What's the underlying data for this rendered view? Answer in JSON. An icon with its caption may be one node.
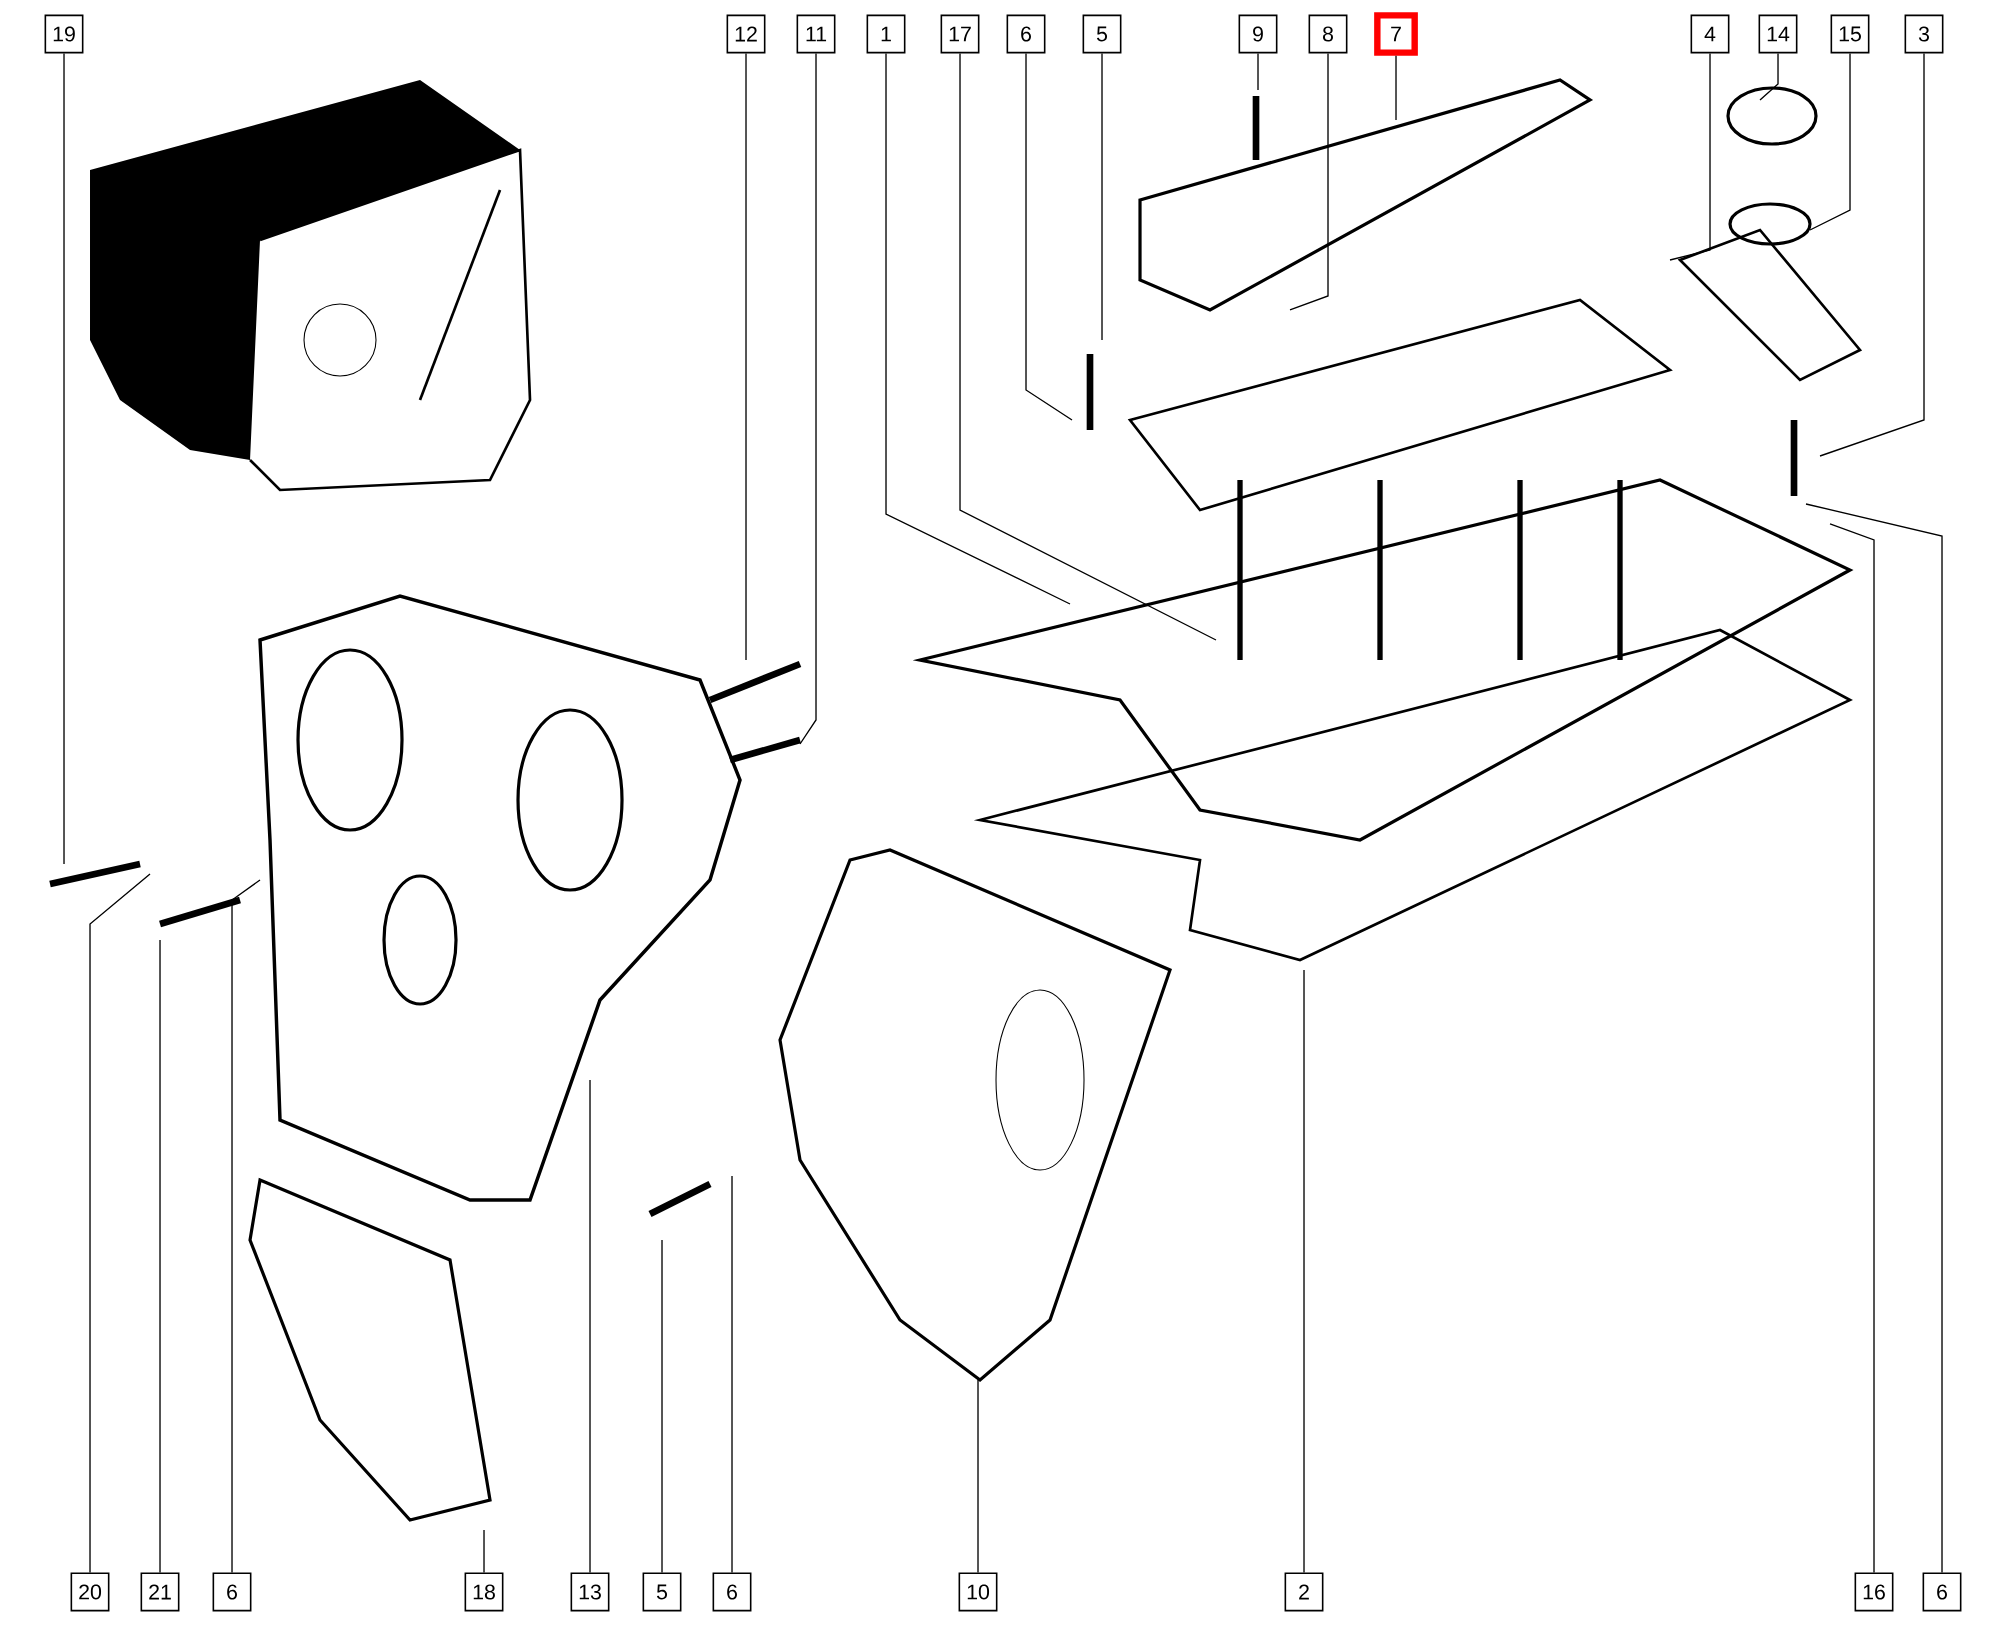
{
  "diagram": {
    "nodes": [
      {
        "text": [
          "19"
        ]
      },
      {
        "text": [
          "12"
        ]
      },
      {
        "text": [
          "11"
        ]
      },
      {
        "text": [
          "1"
        ]
      },
      {
        "text": [
          "17"
        ]
      },
      {
        "text": [
          "6"
        ]
      },
      {
        "text": [
          "5"
        ]
      },
      {
        "text": [
          "9"
        ]
      },
      {
        "text": [
          "8"
        ]
      },
      {
        "text": [
          "7"
        ]
      },
      {
        "text": [
          "4"
        ]
      },
      {
        "text": [
          "14"
        ]
      },
      {
        "text": [
          "15"
        ]
      },
      {
        "text": [
          "3"
        ]
      },
      {
        "text": [
          "20"
        ]
      },
      {
        "text": [
          "21"
        ]
      },
      {
        "text": [
          "6"
        ]
      },
      {
        "text": [
          "18"
        ]
      },
      {
        "text": [
          "13"
        ]
      },
      {
        "text": [
          "5"
        ]
      },
      {
        "text": [
          "6"
        ]
      },
      {
        "text": [
          "10"
        ]
      },
      {
        "text": [
          "2"
        ]
      },
      {
        "text": [
          "16"
        ]
      },
      {
        "text": [
          "6"
        ]
      }
    ],
    "edges": [
      {
        "from": 0,
        "to": null,
        "arrow": "none"
      },
      {
        "from": 1,
        "to": null,
        "arrow": "none"
      },
      {
        "from": 2,
        "to": null,
        "arrow": "none"
      },
      {
        "from": 3,
        "to": null,
        "arrow": "none"
      },
      {
        "from": 4,
        "to": null,
        "arrow": "none"
      },
      {
        "from": 5,
        "to": null,
        "arrow": "none"
      },
      {
        "from": 6,
        "to": null,
        "arrow": "none"
      },
      {
        "from": 7,
        "to": null,
        "arrow": "none"
      },
      {
        "from": 8,
        "to": null,
        "arrow": "none"
      },
      {
        "from": 9,
        "to": null,
        "arrow": "none"
      },
      {
        "from": 10,
        "to": null,
        "arrow": "none"
      },
      {
        "from": 11,
        "to": null,
        "arrow": "none"
      },
      {
        "from": 12,
        "to": null,
        "arrow": "none"
      },
      {
        "from": 13,
        "to": null,
        "arrow": "none"
      },
      {
        "from": 14,
        "to": null,
        "arrow": "none"
      },
      {
        "from": 15,
        "to": null,
        "arrow": "none"
      },
      {
        "from": 16,
        "to": null,
        "arrow": "none"
      },
      {
        "from": 17,
        "to": null,
        "arrow": "none"
      },
      {
        "from": 18,
        "to": null,
        "arrow": "none"
      },
      {
        "from": 19,
        "to": null,
        "arrow": "none"
      },
      {
        "from": 20,
        "to": null,
        "arrow": "none"
      },
      {
        "from": 21,
        "to": null,
        "arrow": "none"
      },
      {
        "from": 22,
        "to": null,
        "arrow": "none"
      },
      {
        "from": 23,
        "to": null,
        "arrow": "none"
      },
      {
        "from": 24,
        "to": null,
        "arrow": "none"
      }
    ]
  }
}
